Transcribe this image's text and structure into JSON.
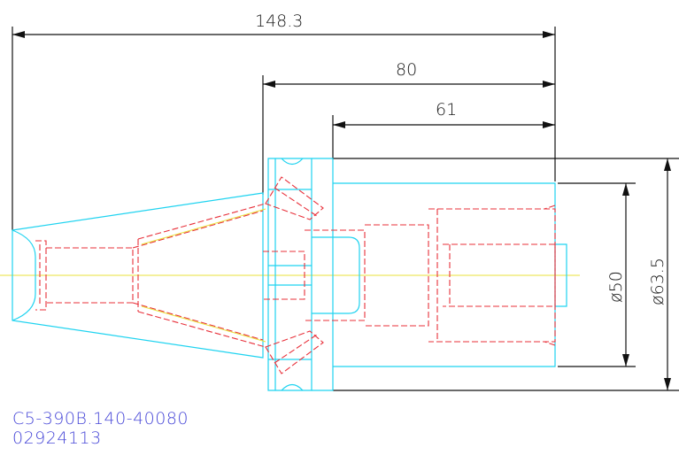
{
  "drawing": {
    "dimensions": {
      "overall_length": "148.3",
      "length_80": "80",
      "length_61": "61",
      "diameter_50": "ø50",
      "diameter_63_5": "ø63.5"
    },
    "part_code": "C5-390B.140-40080",
    "item_number": "02924113",
    "colors": {
      "outline": "#1fd3f0",
      "hidden_lines": "#e8303a",
      "center_line": "#e8e23a",
      "dimensions": "#111111",
      "text": "#4a4ad8"
    }
  }
}
